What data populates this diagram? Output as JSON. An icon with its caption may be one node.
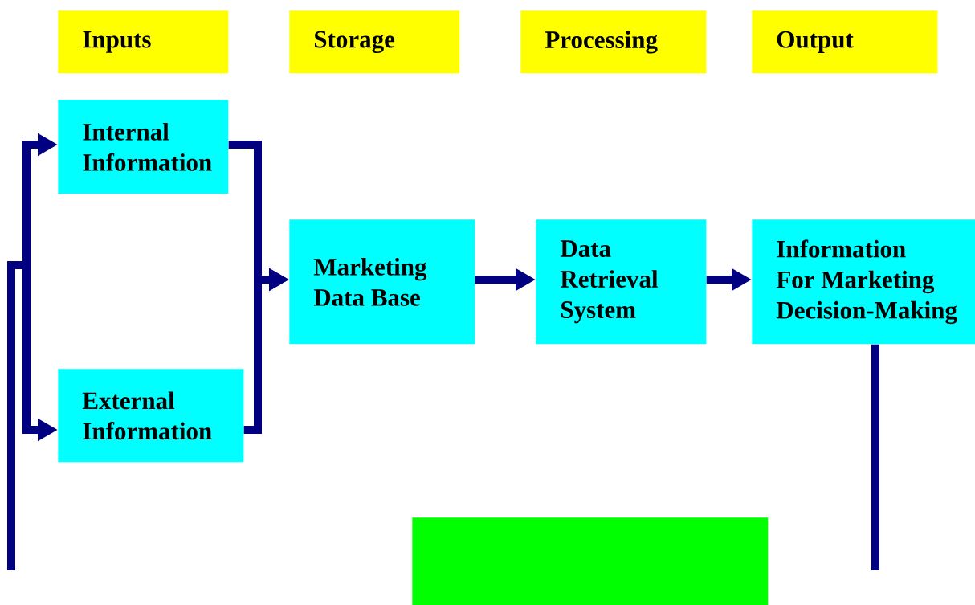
{
  "diagram": {
    "nodes": [
      {
        "text": [
          "Inputs"
        ]
      },
      {
        "text": [
          "Storage"
        ]
      },
      {
        "text": [
          "Processing"
        ]
      },
      {
        "text": [
          "Output"
        ]
      },
      {
        "text": [
          "Internal Information"
        ]
      },
      {
        "text": [
          "External Information"
        ]
      },
      {
        "text": [
          "Marketing Data Base"
        ]
      },
      {
        "text": [
          "Data Retrieval System"
        ]
      },
      {
        "text": [
          "Information For Marketing Decision-Making"
        ]
      },
      {
        "text": [],
        "shape": "box"
      }
    ],
    "edges": [
      {
        "from": null,
        "to": 4,
        "arrow": "to"
      },
      {
        "from": null,
        "to": 5,
        "arrow": "to"
      },
      {
        "from": 4,
        "to": 6,
        "arrow": "to"
      },
      {
        "from": 5,
        "to": 6,
        "arrow": "to"
      },
      {
        "from": 6,
        "to": 7,
        "arrow": "to"
      },
      {
        "from": 7,
        "to": 8,
        "arrow": "to"
      },
      {
        "from": 8,
        "to": null,
        "arrow": "none"
      }
    ]
  }
}
